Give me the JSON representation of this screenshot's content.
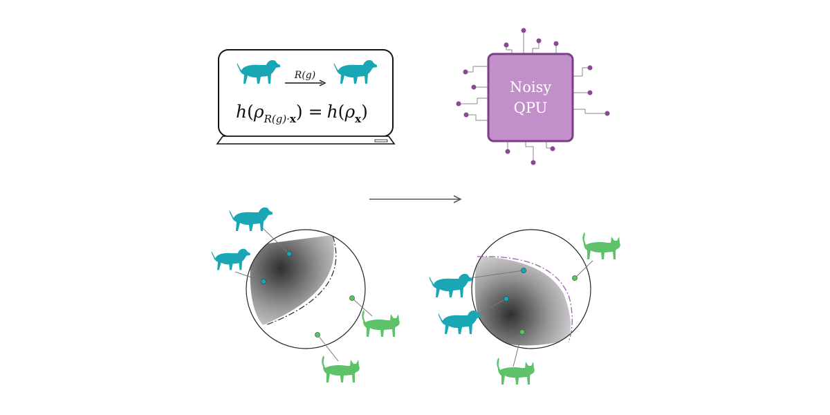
{
  "laptop": {
    "arrow_label": "R(g)",
    "equation": {
      "h1": "h",
      "rho1": "ρ",
      "sub1": "R(g)·",
      "sub1_bold": "x",
      "equals": "=",
      "h2": "h",
      "rho2": "ρ",
      "sub2_bold": "x"
    }
  },
  "chip": {
    "label_line1": "Noisy",
    "label_line2": "QPU"
  },
  "colors": {
    "dog": "#1aa7b5",
    "cat": "#5ec26a",
    "chip_fill": "#c38fca",
    "chip_stroke": "#7b3f87",
    "pin": "#8a4a93",
    "boundary_after": "#9b5fa6"
  },
  "icons": [
    "dog-icon",
    "cat-icon",
    "quantum-chip-icon",
    "bloch-sphere-icon",
    "arrow-right-icon"
  ]
}
